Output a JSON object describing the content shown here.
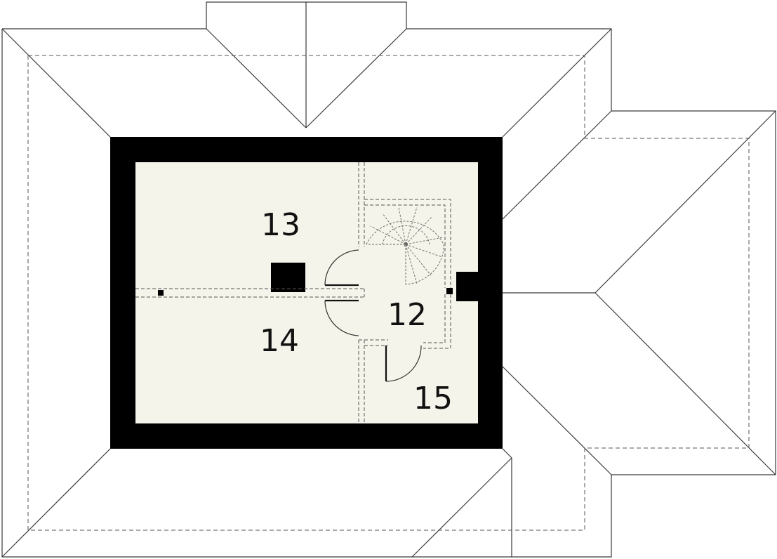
{
  "plan": {
    "rooms": [
      {
        "id": "13",
        "label": "13"
      },
      {
        "id": "14",
        "label": "14"
      },
      {
        "id": "12",
        "label": "12"
      },
      {
        "id": "15",
        "label": "15"
      }
    ]
  },
  "colors": {
    "background": "#ffffff",
    "roof_line": "#3a3a3a",
    "hidden_line": "#555555",
    "wall": "#000000",
    "floor": "#f5f4ea",
    "label": "#111111"
  }
}
